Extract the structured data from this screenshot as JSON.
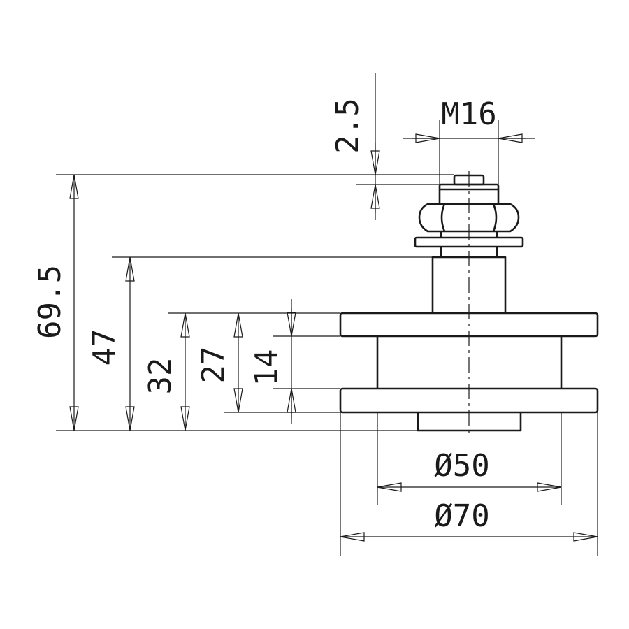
{
  "dimensions": {
    "overall_height": "69.5",
    "stem_height": "47",
    "disc_top_height": "32",
    "disc_inner_top_height": "27",
    "spacer_height": "14",
    "washer_thickness": "2.5",
    "thread": "M16",
    "spacer_diameter": "Ø50",
    "disc_diameter": "Ø70"
  }
}
